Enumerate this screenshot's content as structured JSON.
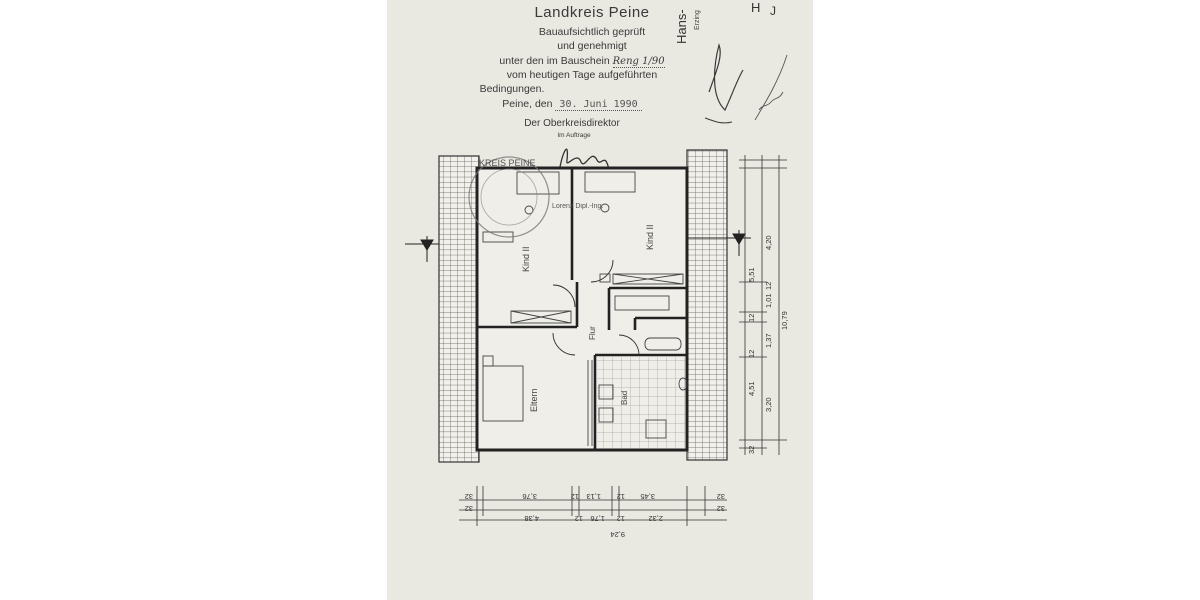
{
  "stamp": {
    "authority": "Landkreis Peine",
    "line1": "Bauaufsichtlich geprüft",
    "line2": "und genehmigt",
    "line3": "unter den im Bauschein",
    "bauschein_ref": "Reng 1/90",
    "line4": "vom heutigen Tage aufgeführten",
    "line5": "Bedingungen.",
    "place_date_label": "Peine, den",
    "date": "30. Juni 1990",
    "official": "Der Oberkreisdirektor",
    "on_behalf": "Im Auftrage"
  },
  "margin_note": {
    "name": "Hans-",
    "street": "Erzing",
    "initial_a": "H",
    "initial_b": "J"
  },
  "seal": {
    "text": "KREIS PEINE",
    "inner": "Lorenz Dipl.-Ing."
  },
  "rooms": {
    "kind_1": "Kind II",
    "kind_2": "Kind II",
    "eltern": "Eltern",
    "flur": "Flur",
    "bad": "Bad"
  },
  "dims_right": {
    "outer": "10,79",
    "upper_total": "5,51",
    "lower_total": "4,51",
    "seg_1": "4,20",
    "seg_2": "12",
    "seg_3": "1,01",
    "seg_4": "12",
    "seg_5": "1,37",
    "seg_6": "12",
    "seg_7": "3,20",
    "seg_8": "32"
  },
  "dims_bottom": {
    "row1": [
      "32",
      "3,76",
      "12",
      "1,13",
      "12",
      "3,45",
      "32"
    ],
    "row2": [
      "32",
      "4,38",
      "12",
      "1,76",
      "12",
      "2,32",
      "32"
    ],
    "total": "9,24"
  }
}
